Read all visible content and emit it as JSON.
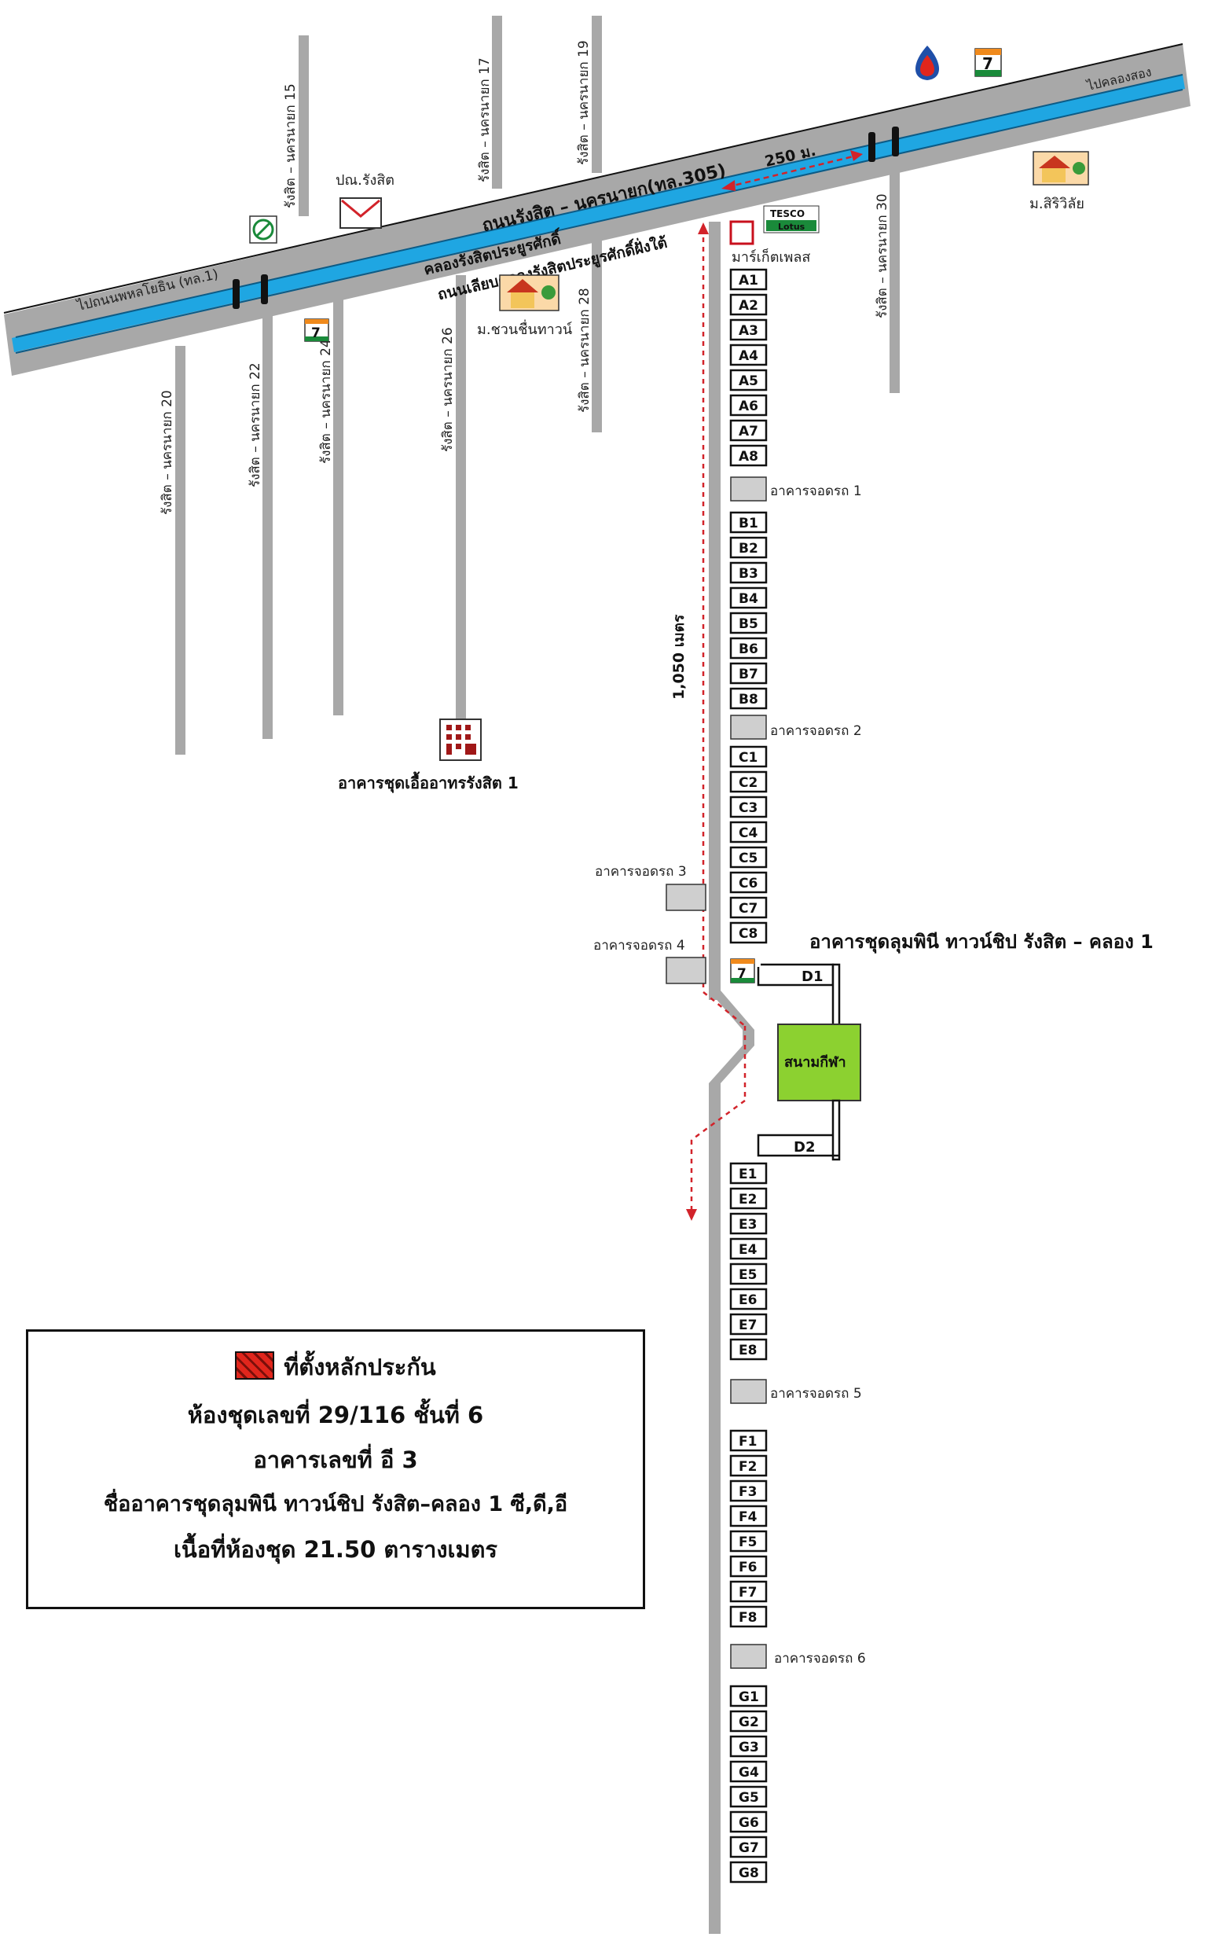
{
  "colors": {
    "canal": "#1fa6e2",
    "road": "#a8a8a8",
    "dimension_red": "#d2232a",
    "sport_field": "#8cd130",
    "highlight_unit": "#e1261c"
  },
  "top_roads": {
    "north_road": "ถนนรังสิต – นครนายก(ทล.305)",
    "canal": "คลองรังสิตประยูรศักดิ์",
    "south_road": "ถนนเลียบคลองรังสิตประยูรศักดิ์ฝั่งใต้",
    "to_west": "ไปถนนพหลโยธิน (ทล.1)",
    "to_east": "ไปคลองสอง"
  },
  "sois": {
    "s15": "รังสิต – นครนายก 15",
    "s17": "รังสิต – นครนายก 17",
    "s19": "รังสิต – นครนายก 19",
    "s20": "รังสิต – นครนายก 20",
    "s22": "รังสิต – นครนายก 22",
    "s24": "รังสิต – นครนายก 24",
    "s26": "รังสิต – นครนายก 26",
    "s28": "รังสิต – นครนายก 28",
    "s30": "รังสิต – นครนายก 30"
  },
  "landmarks": {
    "post_office": "ปณ.รังสิต",
    "village_chuan": "ม.ชวนชื่นทาวน์",
    "village_siri": "ม.สิริวิลัย",
    "market": "มาร์เก็ตเพลส",
    "tesco_top": "TESCO",
    "tesco_bottom": "Lotus",
    "seven_eleven": "7",
    "condo_eua": "อาคารชุดเอื้ออาทรรังสิต  1",
    "project_name": "อาคารชุดลุมพินี ทาวน์ชิป รังสิต – คลอง 1",
    "sport_field": "สนามกีฬา"
  },
  "distances": {
    "east_west": "250 ม.",
    "north_south": "1,050 เมตร"
  },
  "parking": {
    "p1": "อาคารจอดรถ  1",
    "p2": "อาคารจอดรถ  2",
    "p3": "อาคารจอดรถ  3",
    "p4": "อาคารจอดรถ  4",
    "p5": "อาคารจอดรถ  5",
    "p6": "อาคารจอดรถ  6"
  },
  "buildings": {
    "A": [
      "A1",
      "A2",
      "A3",
      "A4",
      "A5",
      "A6",
      "A7",
      "A8"
    ],
    "B": [
      "B1",
      "B2",
      "B3",
      "B4",
      "B5",
      "B6",
      "B7",
      "B8"
    ],
    "C": [
      "C1",
      "C2",
      "C3",
      "C4",
      "C5",
      "C6",
      "C7",
      "C8"
    ],
    "D": [
      "D1",
      "D2"
    ],
    "E": [
      "E1",
      "E2",
      "E3",
      "E4",
      "E5",
      "E6",
      "E7",
      "E8"
    ],
    "F": [
      "F1",
      "F2",
      "F3",
      "F4",
      "F5",
      "F6",
      "F7",
      "F8"
    ],
    "G": [
      "G1",
      "G2",
      "G3",
      "G4",
      "G5",
      "G6",
      "G7",
      "G8"
    ]
  },
  "highlight_building": "E3",
  "note": {
    "legend_label": "ที่ตั้งหลักประกัน",
    "unit": "ห้องชุดเลขที่ 29/116 ชั้นที่ 6",
    "building": "อาคารเลขที่ อี 3",
    "condo_name": "ชื่ออาคารชุดลุมพินี ทาวน์ชิป รังสิต–คลอง 1 ซี,ดี,อี",
    "area": "เนื้อที่ห้องชุด 21.50 ตารางเมตร"
  }
}
